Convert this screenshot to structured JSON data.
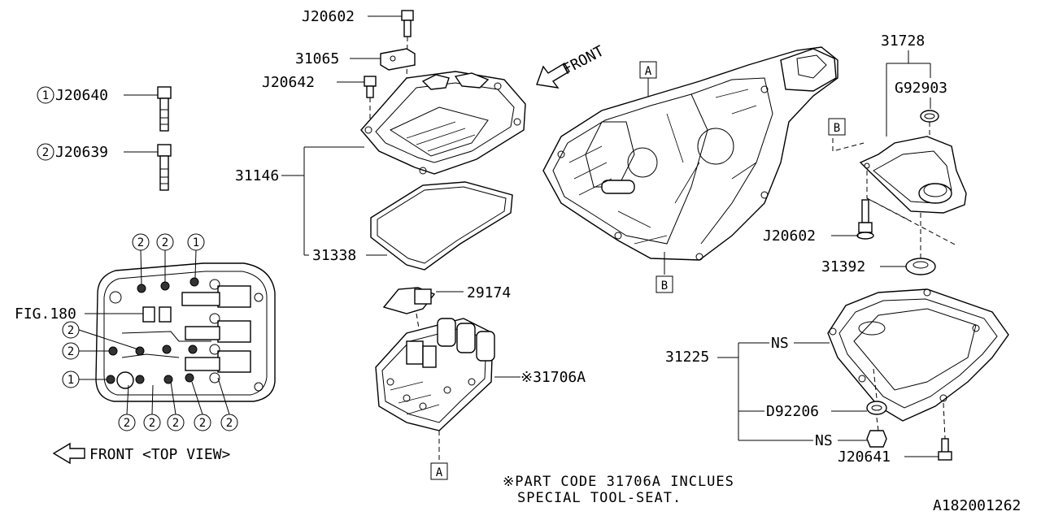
{
  "parts": {
    "j20602_top": "J20602",
    "p31065": "31065",
    "j20642": "J20642",
    "p31146": "31146",
    "p31338": "31338",
    "p29174": "29174",
    "p31706a": "※31706A",
    "j20640": "J20640",
    "j20639": "J20639",
    "fig180": "FIG.180",
    "p31728": "31728",
    "g92903": "G92903",
    "j20602_right": "J20602",
    "p31392": "31392",
    "p31225": "31225",
    "ns_top": "NS",
    "d92206": "D92206",
    "ns_bottom": "NS",
    "j20641": "J20641"
  },
  "callouts": {
    "one": "1",
    "two": "2",
    "a": "A",
    "b": "B"
  },
  "front_arrow": "FRONT",
  "top_view_label": "FRONT <TOP VIEW>",
  "note": {
    "line1": "※PART CODE 31706A INCLUES",
    "line2": "SPECIAL TOOL-SEAT."
  },
  "diagram_id": "A182001262"
}
